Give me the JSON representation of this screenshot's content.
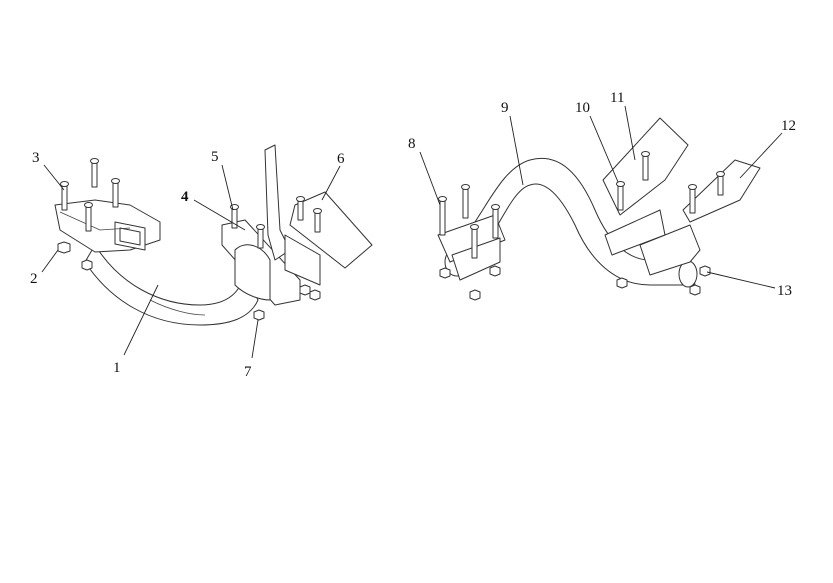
{
  "diagram": {
    "callouts": [
      "1",
      "2",
      "3",
      "4",
      "5",
      "6",
      "7",
      "8",
      "9",
      "10",
      "11",
      "12",
      "13"
    ]
  }
}
